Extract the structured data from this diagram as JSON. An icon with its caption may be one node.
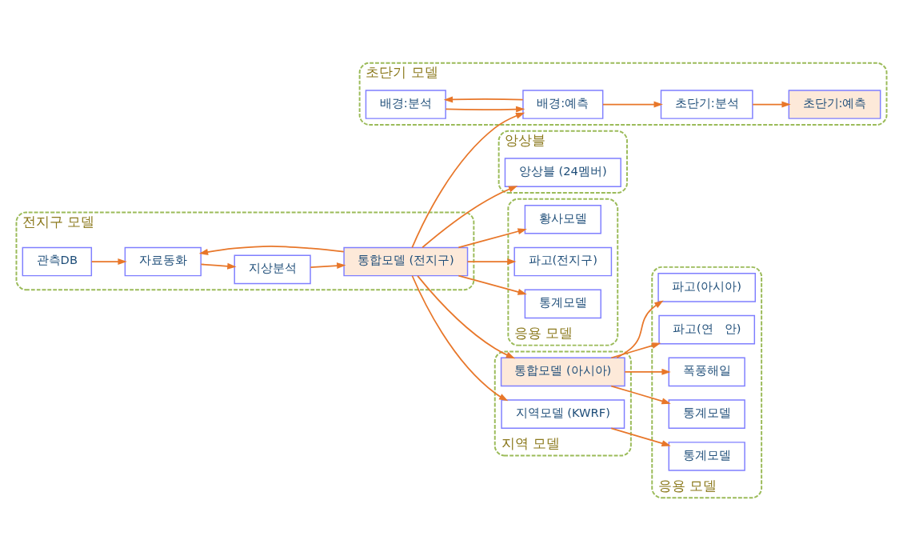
{
  "diagram": {
    "nodes": [
      {
        "text": [
          "전지구 모델"
        ]
      },
      {
        "text": [
          "관측DB"
        ],
        "in": 0
      },
      {
        "text": [
          "자료동화"
        ],
        "in": 0
      },
      {
        "text": [
          "지상분석"
        ],
        "in": 0
      },
      {
        "text": [
          "통합모델 (전지구)"
        ],
        "in": 0
      },
      {
        "text": [
          "초단기 모델"
        ]
      },
      {
        "text": [
          "배경:분석"
        ],
        "in": 5
      },
      {
        "text": [
          "초단기:예측"
        ],
        "in": 5
      },
      {
        "text": [
          "배경:예측"
        ],
        "in": 5
      },
      {
        "text": [
          "초단기:분석"
        ],
        "in": 5
      },
      {
        "text": [
          "앙상블"
        ]
      },
      {
        "text": [
          "앙상블 (24멤버)"
        ],
        "in": 10
      },
      {
        "text": [
          "응용 모델"
        ]
      },
      {
        "text": [
          "황사모델"
        ],
        "in": 12
      },
      {
        "text": [
          "파고(전지구)"
        ],
        "in": 12
      },
      {
        "text": [
          "통계모델"
        ],
        "in": 12
      },
      {
        "text": [
          "지역 모델"
        ]
      },
      {
        "text": [
          "통합모델 (아시아)"
        ],
        "in": 16
      },
      {
        "text": [
          "지역모델 (KWRF)"
        ],
        "in": 16
      },
      {
        "text": [
          "응용 모델"
        ]
      },
      {
        "text": [
          "파고(아시아)"
        ],
        "in": 19
      },
      {
        "text": [
          "파고(연   안)"
        ],
        "in": 19
      },
      {
        "text": [
          "폭풍해일"
        ],
        "in": 19
      },
      {
        "text": [
          "통계모델"
        ],
        "in": 19
      },
      {
        "text": [
          "통계모델"
        ],
        "in": 19
      }
    ],
    "edges": [
      {
        "from": 1,
        "to": 2,
        "arrow": "to"
      },
      {
        "from": 2,
        "to": 3,
        "arrow": "to"
      },
      {
        "from": 3,
        "to": 4,
        "arrow": "to"
      },
      {
        "from": 4,
        "to": 2,
        "arrow": "to"
      },
      {
        "from": 4,
        "to": 8,
        "arrow": "to"
      },
      {
        "from": 6,
        "to": 8,
        "arrow": "to"
      },
      {
        "from": 8,
        "to": 6,
        "arrow": "to"
      },
      {
        "from": 8,
        "to": 9,
        "arrow": "to"
      },
      {
        "from": 9,
        "to": 7,
        "arrow": "to"
      },
      {
        "from": 4,
        "to": 11,
        "arrow": "to"
      },
      {
        "from": 4,
        "to": 13,
        "arrow": "to"
      },
      {
        "from": 4,
        "to": 14,
        "arrow": "to"
      },
      {
        "from": 4,
        "to": 15,
        "arrow": "to"
      },
      {
        "from": 4,
        "to": 17,
        "arrow": "to"
      },
      {
        "from": 4,
        "to": 18,
        "arrow": "to"
      },
      {
        "from": 17,
        "to": 20,
        "arrow": "to"
      },
      {
        "from": 17,
        "to": 21,
        "arrow": "to"
      },
      {
        "from": 17,
        "to": 22,
        "arrow": "to"
      },
      {
        "from": 17,
        "to": 23,
        "arrow": "to"
      },
      {
        "from": 18,
        "to": 24,
        "arrow": "to"
      }
    ]
  }
}
